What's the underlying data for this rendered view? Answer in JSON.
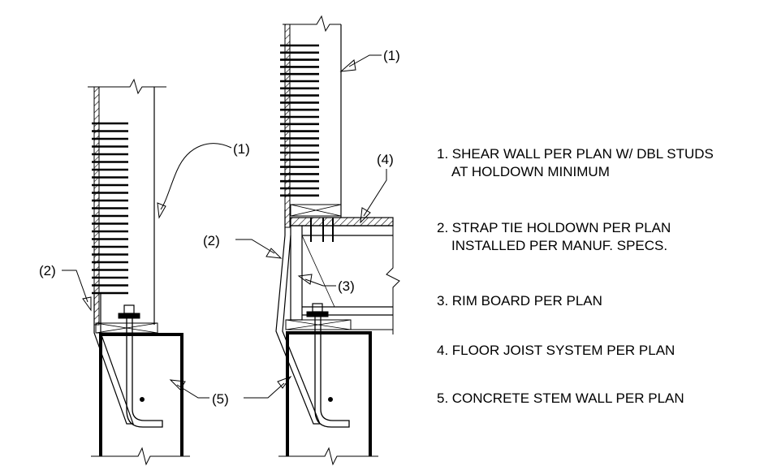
{
  "callouts": {
    "left_shear_wall": "(1)",
    "left_strap": "(2)",
    "right_shear_wall": "(1)",
    "right_strap": "(2)",
    "rim_board": "(3)",
    "floor_joist": "(4)",
    "stem_wall": "(5)"
  },
  "notes": [
    {
      "num": "1.",
      "lines": [
        "SHEAR WALL PER PLAN W/ DBL STUDS",
        "AT HOLDOWN MINIMUM"
      ]
    },
    {
      "num": "2.",
      "lines": [
        "STRAP TIE HOLDOWN PER PLAN",
        "INSTALLED PER MANUF. SPECS."
      ]
    },
    {
      "num": "3.",
      "lines": [
        "RIM BOARD PER PLAN"
      ]
    },
    {
      "num": "4.",
      "lines": [
        "FLOOR JOIST SYSTEM PER PLAN"
      ]
    },
    {
      "num": "5.",
      "lines": [
        "CONCRETE STEM WALL PER PLAN"
      ]
    }
  ]
}
